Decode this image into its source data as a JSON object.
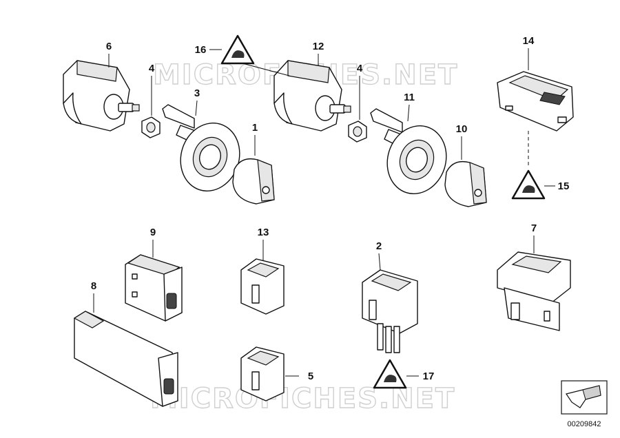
{
  "watermarks": [
    "MICROFICHES.NET",
    "MICROFICHES.NET"
  ],
  "callouts": [
    "1",
    "2",
    "3",
    "4",
    "4",
    "5",
    "6",
    "7",
    "8",
    "9",
    "10",
    "11",
    "12",
    "13",
    "14",
    "15",
    "16",
    "17"
  ],
  "reference_number": "00209842",
  "icons": {
    "warning_triangle": "warning-triangle-icon",
    "arrow_box": "arrow-box-icon"
  }
}
